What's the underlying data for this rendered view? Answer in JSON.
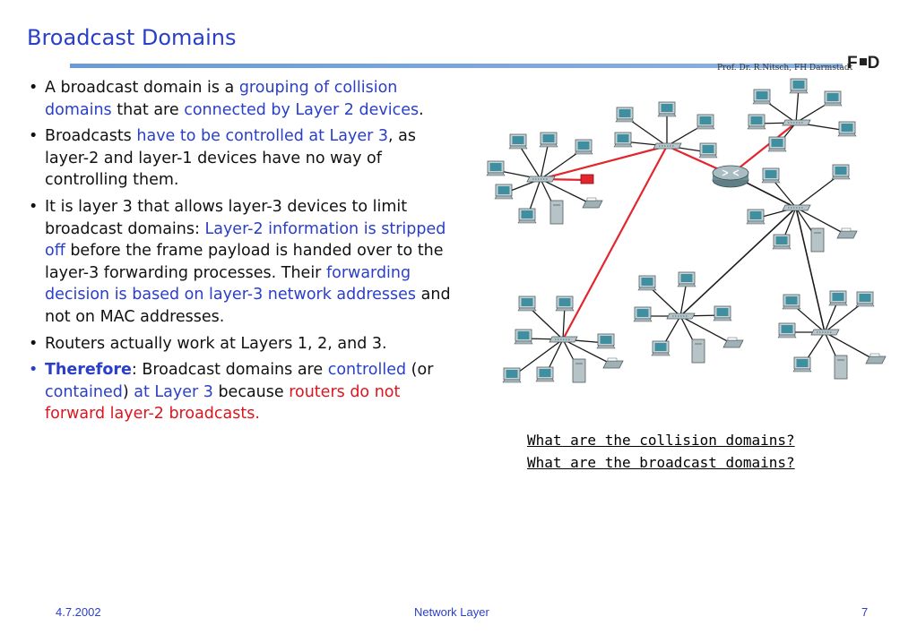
{
  "header": {
    "title": "Broadcast Domains",
    "author": "Prof. Dr. R.Nitsch, FH Darmstadt",
    "logo_left": "F",
    "logo_right": "D"
  },
  "bullets": {
    "b1": {
      "t1": "A broadcast domain is a ",
      "t2": "grouping of collision domains",
      "t3": " that are ",
      "t4": "connected by Layer 2 devices",
      "t5": "."
    },
    "b2": {
      "t1": "Broadcasts ",
      "t2": "have to be controlled at Layer 3",
      "t3": ", as layer-2 and layer-1 devices have no way of controlling them."
    },
    "b3": {
      "t1": "It is layer 3 that allows layer-3 devices to limit broadcast domains: ",
      "t2": "Layer-2 information is stripped off",
      "t3": " before the frame payload is handed over to the layer-3 forwarding processes. Their ",
      "t4": "forwarding decision is based on layer-3 network addresses",
      "t5": " and not on MAC addresses."
    },
    "b4": {
      "t1": "Routers actually work at Layers 1, 2, and 3."
    },
    "b5": {
      "t1": "Therefore",
      "t2": ": Broadcast domains are ",
      "t3": "controlled",
      "t4": " (or ",
      "t5": "contained",
      "t6": ") ",
      "t7": "at Layer 3",
      "t8": " because ",
      "t9": "routers do not forward layer-2 broadcasts."
    }
  },
  "questions": {
    "q1": "What are the collision domains?",
    "q2": "What are the broadcast domains?"
  },
  "footer": {
    "date": "4.7.2002",
    "topic": "Network Layer",
    "page": "7"
  },
  "colors": {
    "accent": "#2a3fc8",
    "emphasis": "#e0141e",
    "topbar": "#7aa6dd"
  }
}
